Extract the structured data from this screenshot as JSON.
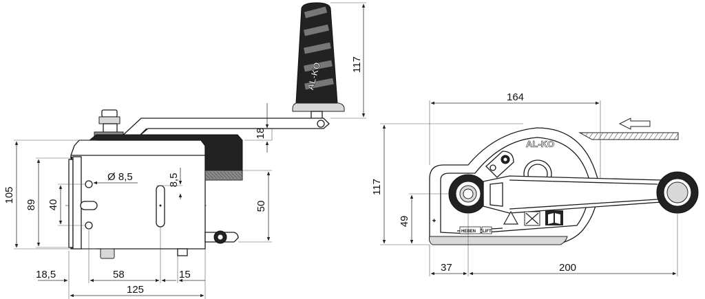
{
  "brand": "AL-KO",
  "labels": {
    "lift": "HEBEN",
    "lift_short": "LIFT"
  },
  "side_view": {
    "dim_handle_height": "117",
    "dim_crank_offset": "18",
    "dim_body_height": "105",
    "dim_plate_height": "89",
    "dim_hole_spacing": "40",
    "dim_slot_width": "8,5",
    "dim_hole_diameter": "Ø 8,5",
    "dim_axis_height": "50",
    "dim_left_offset": "18,5",
    "dim_slot_spacing": "58",
    "dim_slot_edge": "15",
    "dim_total_width": "125"
  },
  "front_view": {
    "dim_drum_width": "164",
    "dim_total_height": "117",
    "dim_axis_height": "49",
    "dim_left_offset": "37",
    "dim_crank_length": "200"
  }
}
